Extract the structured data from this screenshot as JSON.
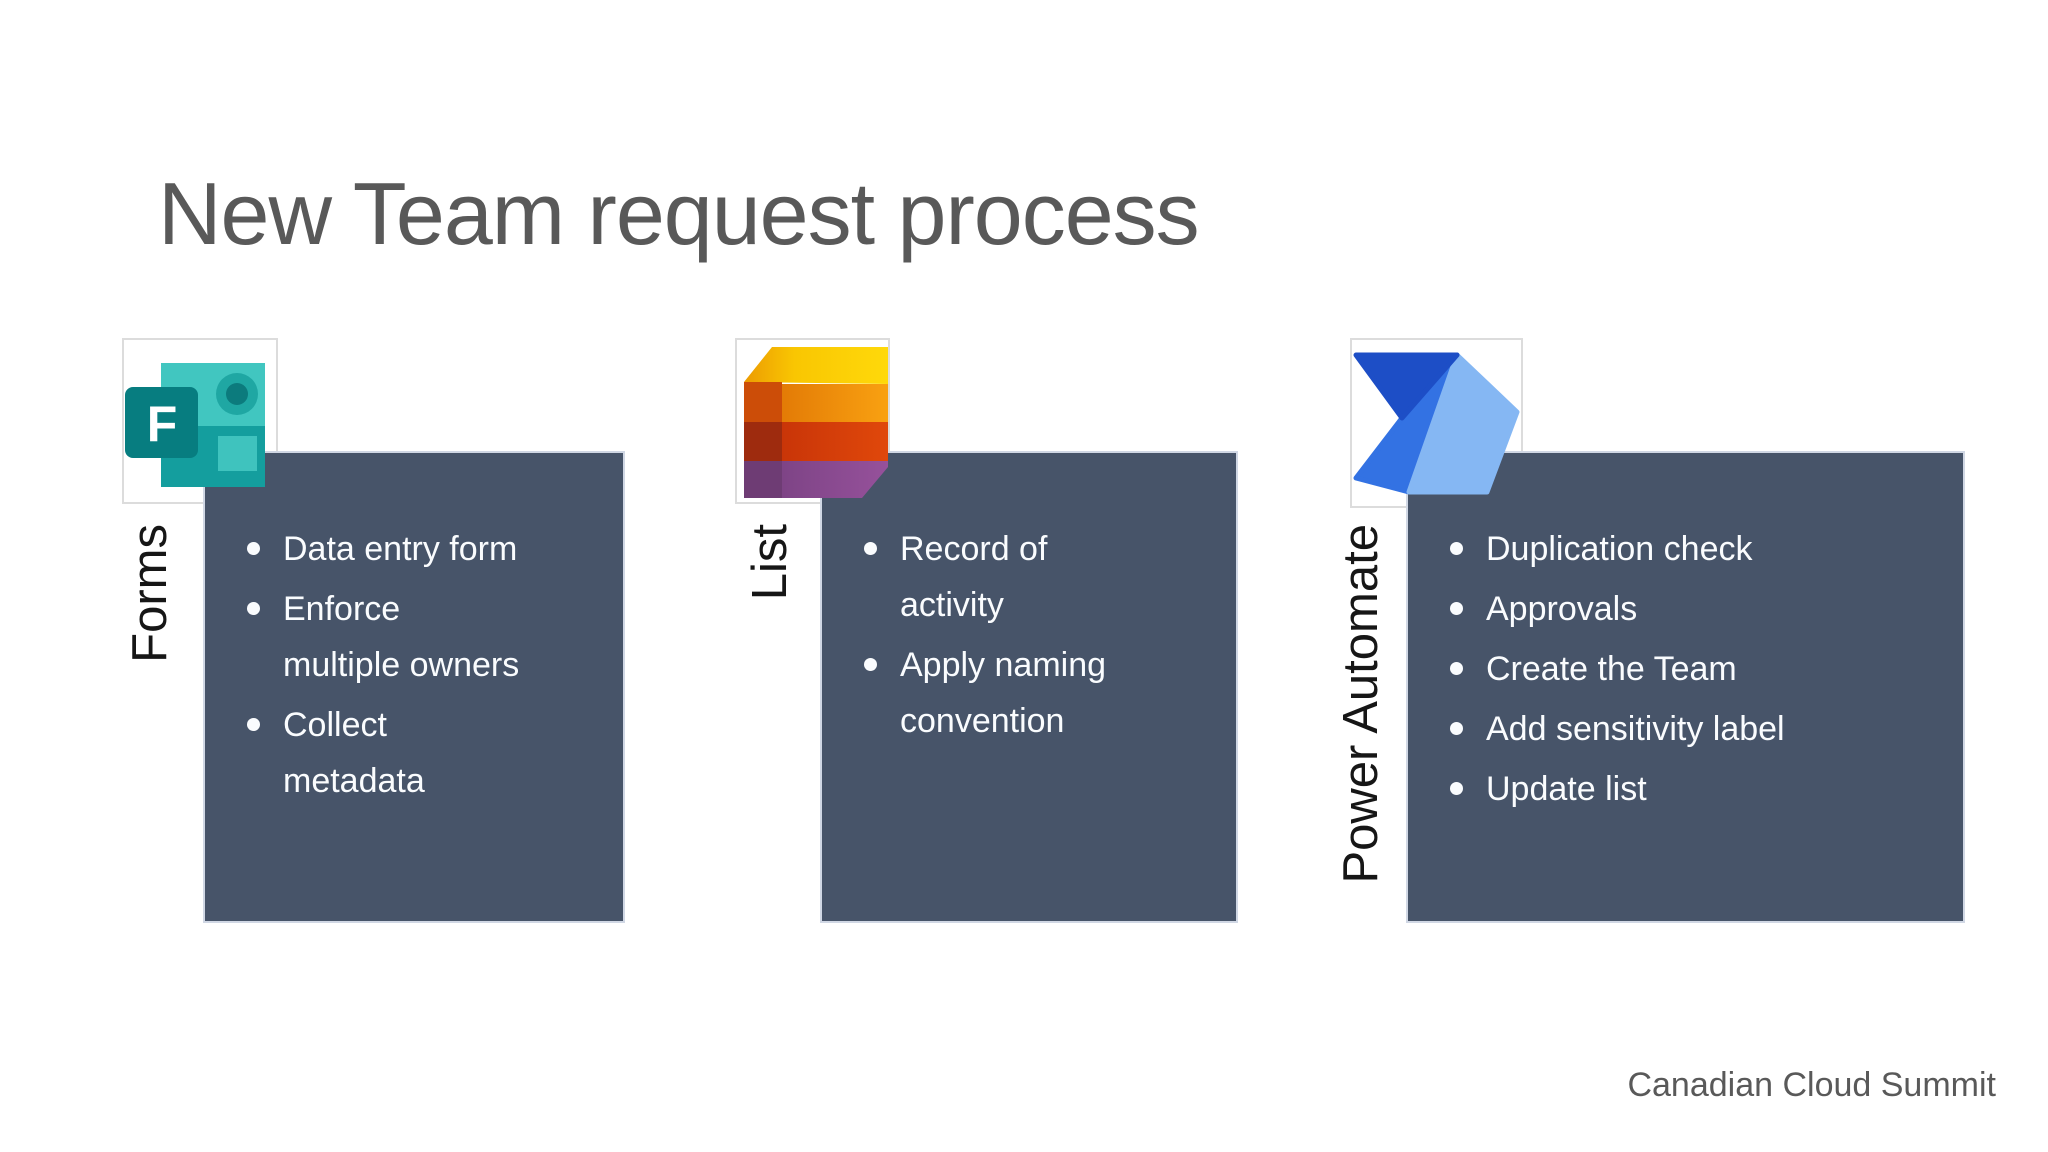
{
  "slide": {
    "title": "New Team request process",
    "footer": "Canadian Cloud Summit",
    "colors": {
      "panel_background": "#475469",
      "panel_border": "#d0d7e4",
      "panel_text": "#fafcfe",
      "title_text": "#595959",
      "footer_text": "#595959",
      "label_text": "#161616",
      "forms_teal_dark": "#077d80",
      "forms_teal_mid": "#149e9e",
      "forms_teal_light": "#41c6c0",
      "lists_yellow": "#fbc902",
      "lists_orange": "#ee8d0a",
      "lists_red": "#d63d08",
      "lists_purple": "#8e4b94",
      "power_automate_dark_blue": "#1d4ec6",
      "power_automate_blue": "#3372e3",
      "power_automate_light_blue": "#85b7f3"
    },
    "columns": [
      {
        "label": "Forms",
        "icon": "microsoft-forms-icon",
        "bullets": [
          {
            "lines": [
              "Data entry form"
            ]
          },
          {
            "lines": [
              "Enforce",
              "multiple owners"
            ]
          },
          {
            "lines": [
              "Collect",
              "metadata"
            ]
          }
        ]
      },
      {
        "label": "List",
        "icon": "microsoft-lists-icon",
        "bullets": [
          {
            "lines": [
              "Record of",
              "activity"
            ]
          },
          {
            "lines": [
              "Apply naming",
              "convention"
            ]
          }
        ]
      },
      {
        "label": "Power Automate",
        "icon": "power-automate-icon",
        "bullets": [
          {
            "lines": [
              "Duplication check"
            ]
          },
          {
            "lines": [
              "Approvals"
            ]
          },
          {
            "lines": [
              "Create the Team"
            ]
          },
          {
            "lines": [
              "Add sensitivity label"
            ]
          },
          {
            "lines": [
              "Update list"
            ]
          }
        ]
      }
    ]
  }
}
